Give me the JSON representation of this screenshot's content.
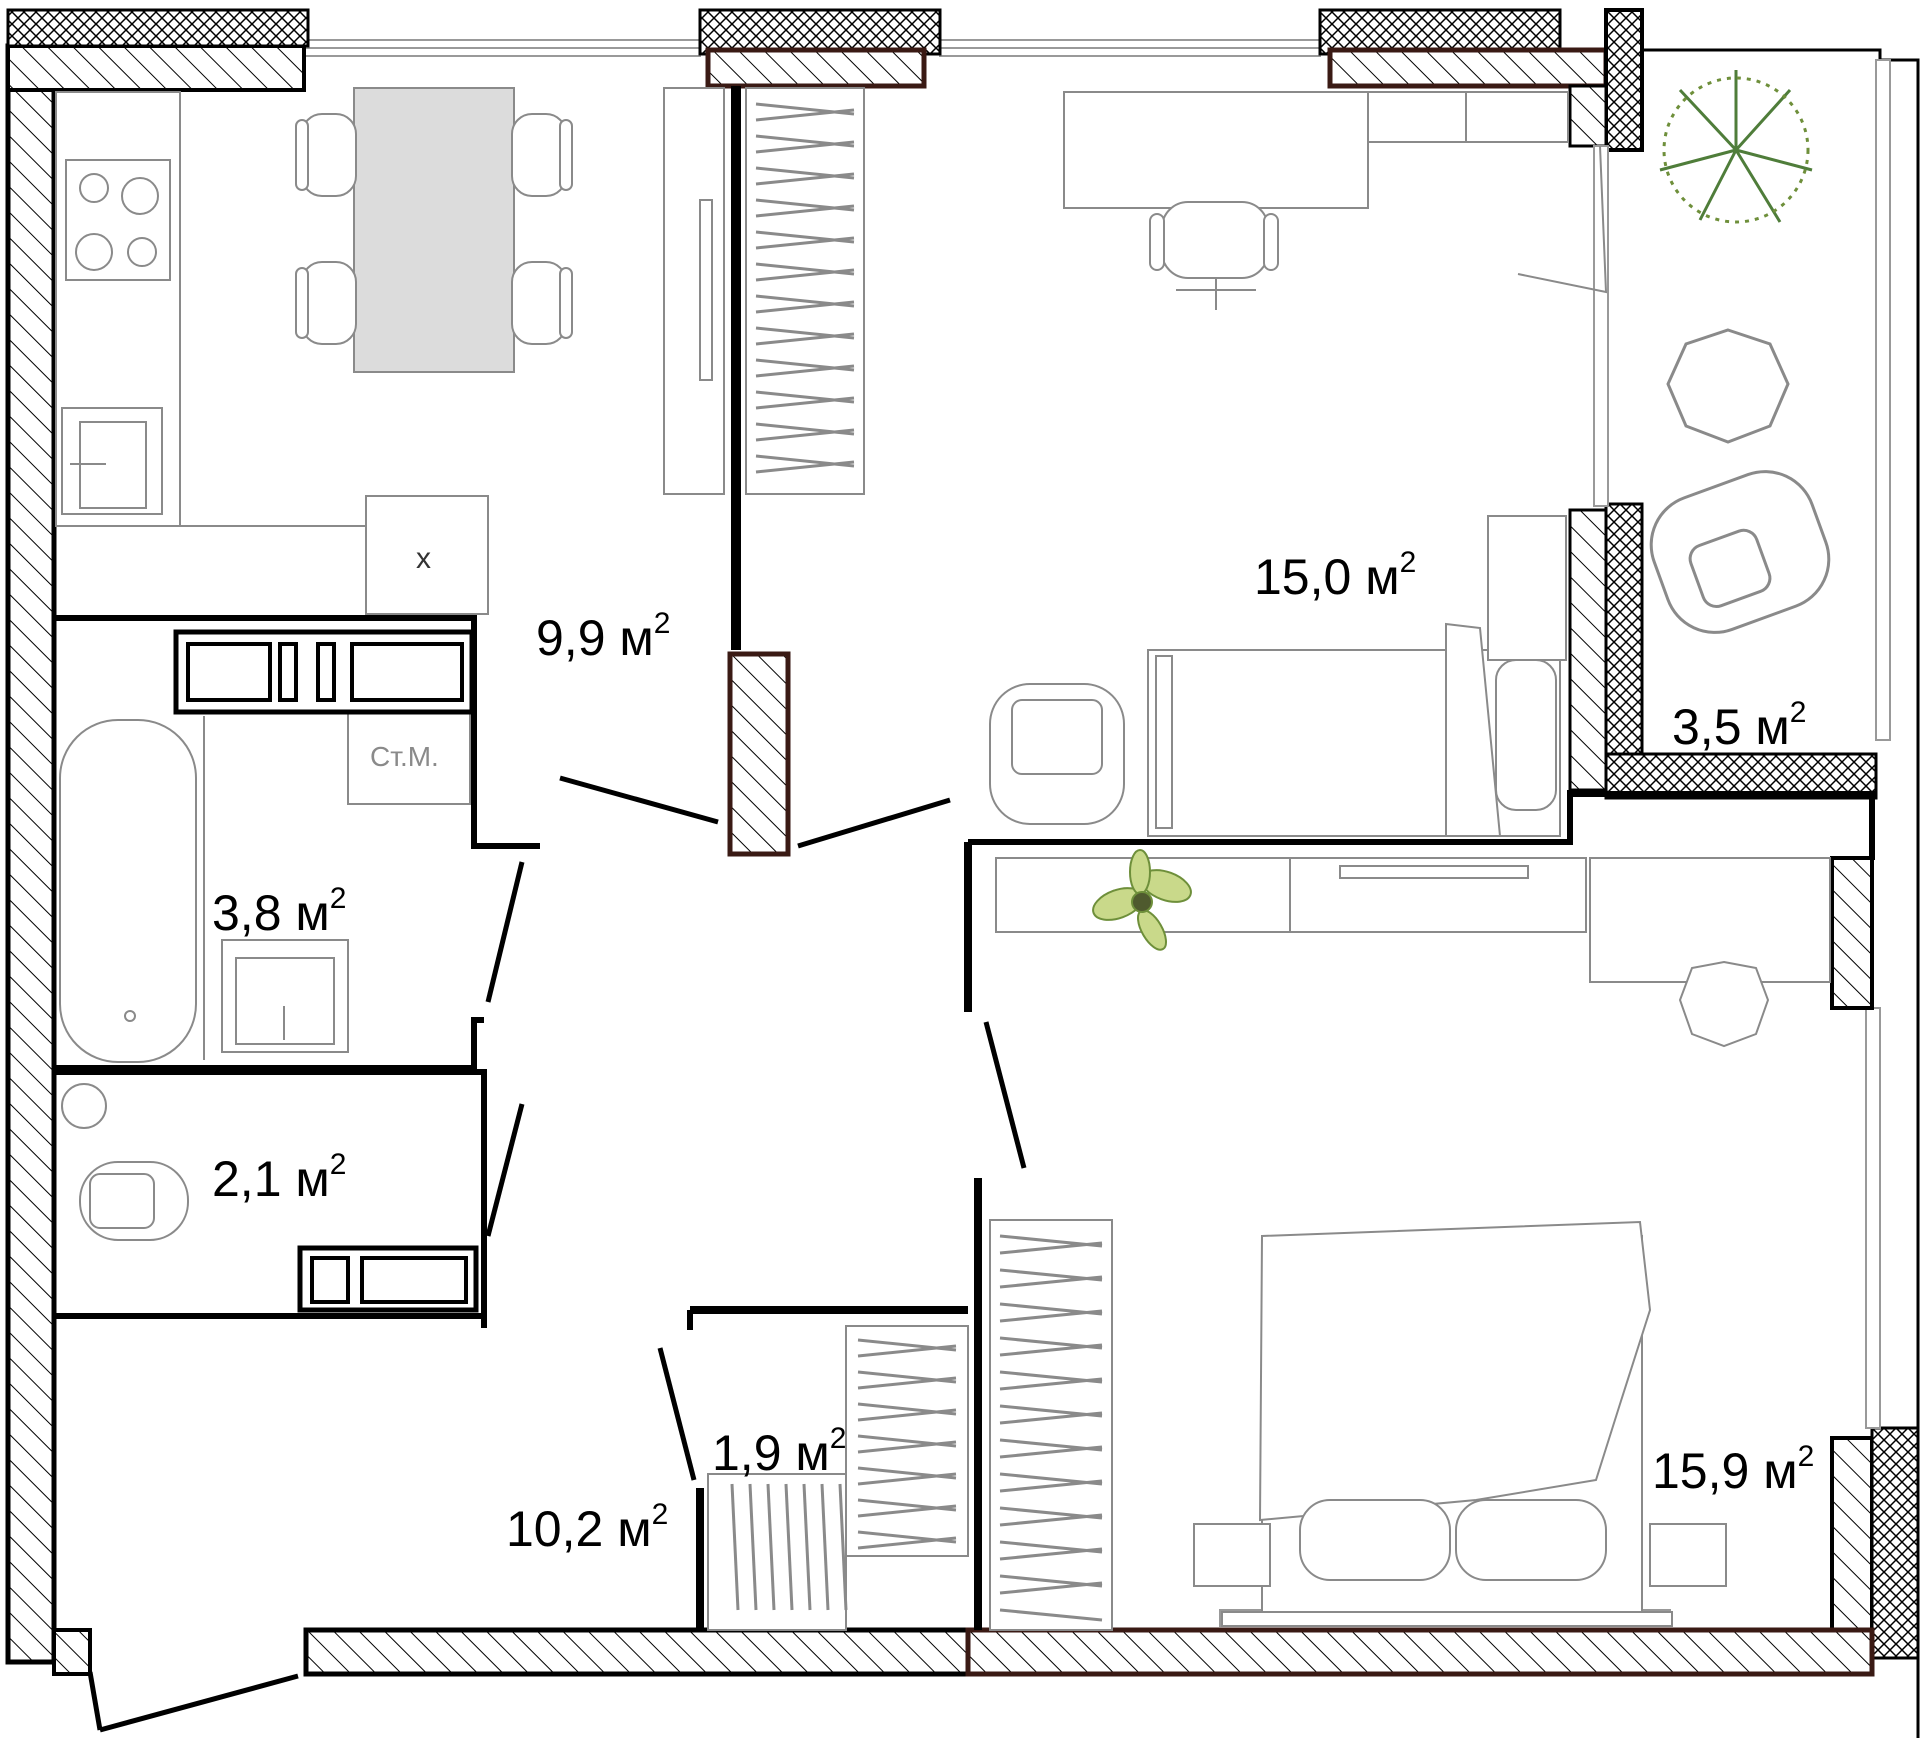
{
  "rooms": {
    "kitchen": {
      "area": "9,9",
      "unit": "м",
      "exp": "2"
    },
    "study": {
      "area": "15,0",
      "unit": "м",
      "exp": "2"
    },
    "balcony": {
      "area": "3,5",
      "unit": "м",
      "exp": "2"
    },
    "bathroom": {
      "area": "3,8",
      "unit": "м",
      "exp": "2"
    },
    "toilet": {
      "area": "2,1",
      "unit": "м",
      "exp": "2"
    },
    "closet": {
      "area": "1,9",
      "unit": "м",
      "exp": "2"
    },
    "hall": {
      "area": "10,2",
      "unit": "м",
      "exp": "2"
    },
    "bedroom": {
      "area": "15,9",
      "unit": "м",
      "exp": "2"
    }
  },
  "fixtures": {
    "washing_machine": "Ст.М.",
    "fridge_mark": "x"
  },
  "colors": {
    "wall": "#000000",
    "wall_outline_dark": "#3a1a14",
    "furniture": "#8a8a8a",
    "table_fill": "#dcdcdc",
    "plant_green": "#6e8f3a"
  }
}
